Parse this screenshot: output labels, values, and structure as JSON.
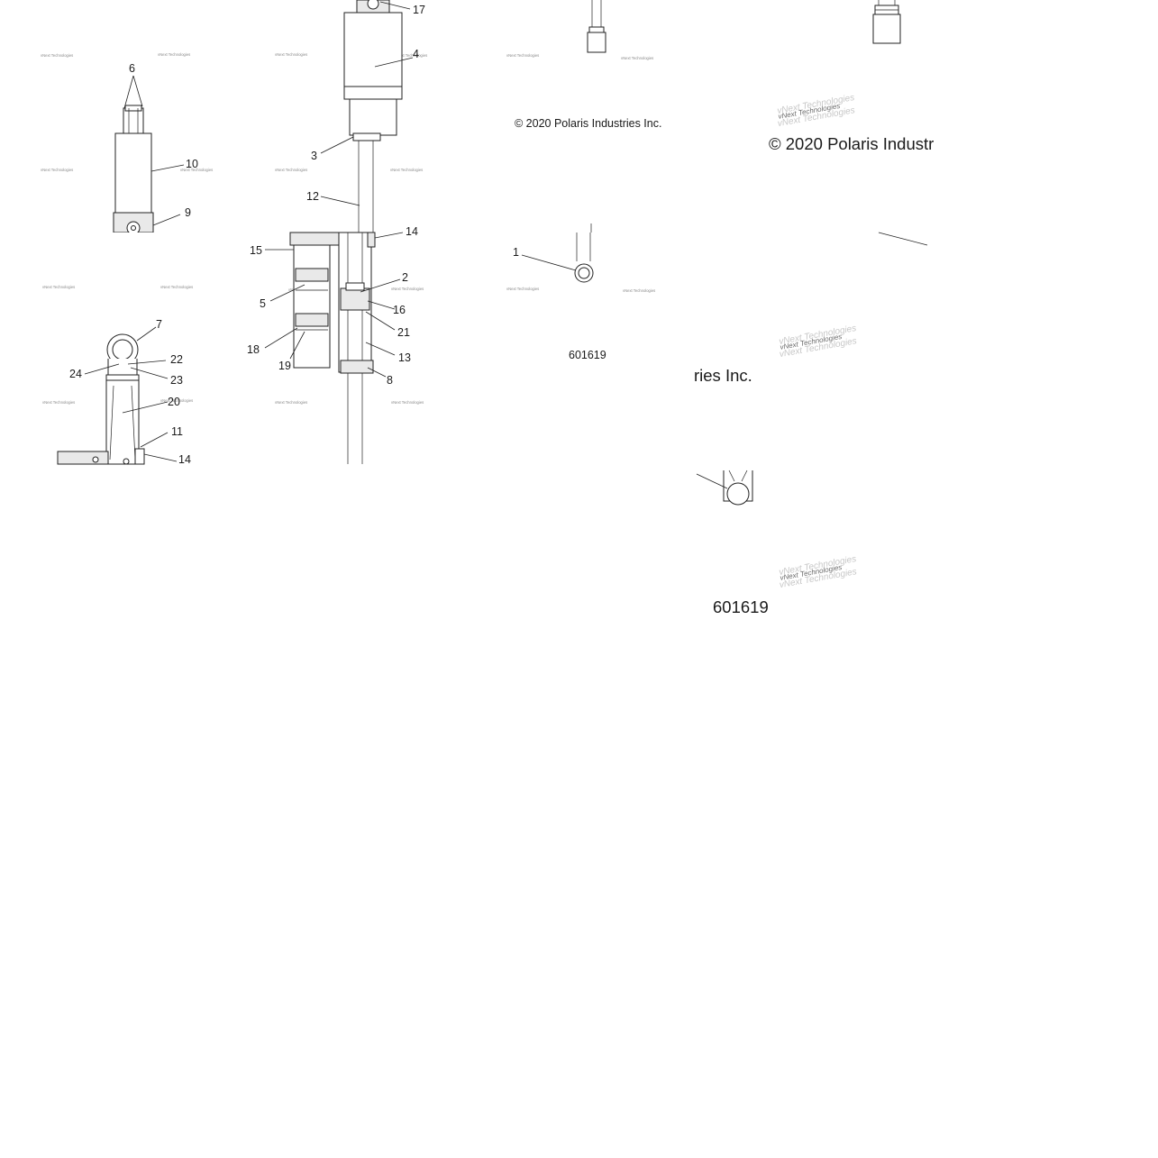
{
  "callouts": {
    "c1": "1",
    "c2": "2",
    "c3": "3",
    "c4": "4",
    "c5": "5",
    "c6": "6",
    "c7": "7",
    "c8": "8",
    "c9": "9",
    "c10": "10",
    "c11": "11",
    "c12": "12",
    "c13": "13",
    "c14a": "14",
    "c14b": "14",
    "c15": "15",
    "c16": "16",
    "c17": "17",
    "c18": "18",
    "c19": "19",
    "c20": "20",
    "c21": "21",
    "c22": "22",
    "c23": "23",
    "c24": "24"
  },
  "copyright": {
    "small": "© 2020 Polaris Industries Inc.",
    "large_part1": "© 2020 Polaris Industr",
    "large_part2": "ries Inc."
  },
  "figure_id": {
    "small": "601619",
    "large": "601619"
  },
  "watermark": {
    "text": "vNext Technologies"
  }
}
